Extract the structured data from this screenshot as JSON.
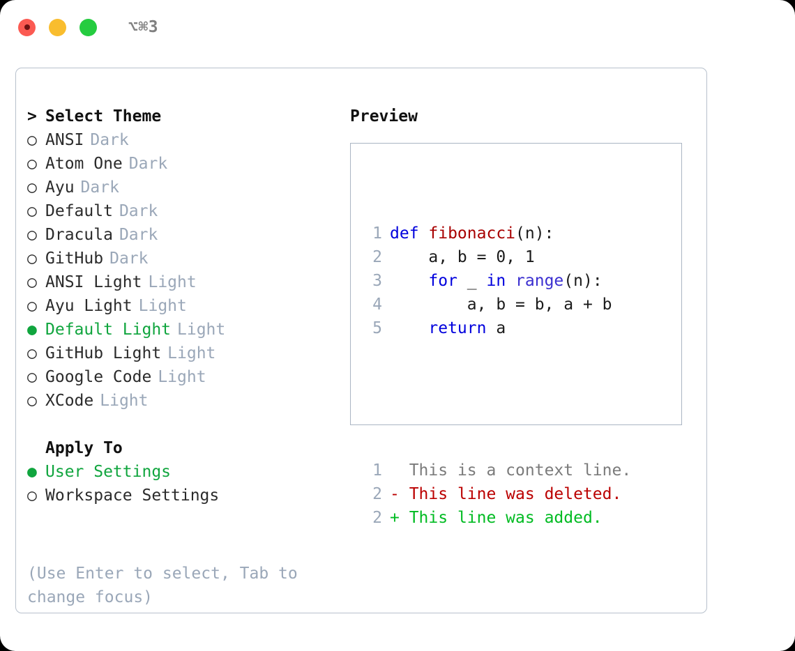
{
  "titlebar": {
    "shortcut": "⌥⌘3",
    "buttons": [
      "close",
      "minimize",
      "maximize"
    ]
  },
  "theme_list": {
    "heading": "Select Theme",
    "heading_marker": ">",
    "marker_unselected": "○",
    "marker_selected": "●",
    "items": [
      {
        "label": "ANSI",
        "category": "Dark",
        "selected": false
      },
      {
        "label": "Atom One",
        "category": "Dark",
        "selected": false
      },
      {
        "label": "Ayu",
        "category": "Dark",
        "selected": false
      },
      {
        "label": "Default",
        "category": "Dark",
        "selected": false
      },
      {
        "label": "Dracula",
        "category": "Dark",
        "selected": false
      },
      {
        "label": "GitHub",
        "category": "Dark",
        "selected": false
      },
      {
        "label": "ANSI Light",
        "category": "Light",
        "selected": false
      },
      {
        "label": "Ayu Light",
        "category": "Light",
        "selected": false
      },
      {
        "label": "Default Light",
        "category": "Light",
        "selected": true
      },
      {
        "label": "GitHub Light",
        "category": "Light",
        "selected": false
      },
      {
        "label": "Google Code",
        "category": "Light",
        "selected": false
      },
      {
        "label": "XCode",
        "category": "Light",
        "selected": false
      }
    ]
  },
  "apply_to": {
    "heading": "Apply To",
    "items": [
      {
        "label": "User Settings",
        "selected": true
      },
      {
        "label": "Workspace Settings",
        "selected": false
      }
    ]
  },
  "hint": "(Use Enter to select, Tab to change focus)",
  "preview": {
    "title": "Preview",
    "code_lines": [
      {
        "no": "1",
        "tokens": [
          {
            "t": "def ",
            "k": "kw"
          },
          {
            "t": "fibonacci",
            "k": "fn"
          },
          {
            "t": "(n):",
            "k": "pln"
          }
        ]
      },
      {
        "no": "2",
        "tokens": [
          {
            "t": "    a, b = 0, 1",
            "k": "pln"
          }
        ]
      },
      {
        "no": "3",
        "tokens": [
          {
            "t": "    ",
            "k": "pln"
          },
          {
            "t": "for",
            "k": "kw"
          },
          {
            "t": " _ ",
            "k": "pln"
          },
          {
            "t": "in",
            "k": "kw"
          },
          {
            "t": " ",
            "k": "pln"
          },
          {
            "t": "range",
            "k": "bi"
          },
          {
            "t": "(n):",
            "k": "pln"
          }
        ]
      },
      {
        "no": "4",
        "tokens": [
          {
            "t": "        a, b = b, a + b",
            "k": "pln"
          }
        ]
      },
      {
        "no": "5",
        "tokens": [
          {
            "t": "    ",
            "k": "pln"
          },
          {
            "t": "return",
            "k": "kw"
          },
          {
            "t": " a",
            "k": "pln"
          }
        ]
      }
    ],
    "diff_lines": [
      {
        "no": "1",
        "sign": " ",
        "text": " This is a context line.",
        "kind": "ctx"
      },
      {
        "no": "2",
        "sign": "-",
        "text": " This line was deleted.",
        "kind": "del"
      },
      {
        "no": "2",
        "sign": "+",
        "text": " This line was added.",
        "kind": "add"
      }
    ]
  },
  "colors": {
    "accent_green": "#10a53e",
    "muted": "#9aa7b8",
    "keyword": "#0000dd",
    "function": "#a80000",
    "builtin": "#3b2fd0",
    "diff_add": "#00bb22",
    "diff_del": "#bb0000",
    "border": "#b7c0cc"
  }
}
